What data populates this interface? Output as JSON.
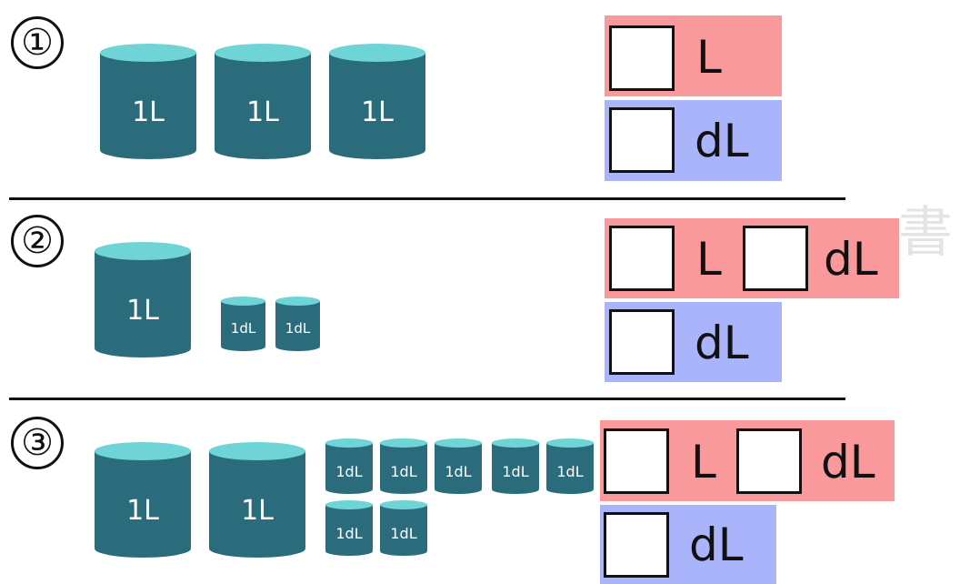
{
  "problems": [
    {
      "number": "①",
      "containers": [
        {
          "label": "1L",
          "size": "large"
        },
        {
          "label": "1L",
          "size": "large"
        },
        {
          "label": "1L",
          "size": "large"
        }
      ],
      "answer_rows": [
        {
          "color": "red",
          "units": [
            "L"
          ]
        },
        {
          "color": "blue",
          "units": [
            "dL"
          ]
        }
      ]
    },
    {
      "number": "②",
      "containers": [
        {
          "label": "1L",
          "size": "large"
        },
        {
          "label": "1dL",
          "size": "small"
        },
        {
          "label": "1dL",
          "size": "small"
        }
      ],
      "answer_rows": [
        {
          "color": "red",
          "units": [
            "L",
            "dL"
          ]
        },
        {
          "color": "blue",
          "units": [
            "dL"
          ]
        }
      ]
    },
    {
      "number": "③",
      "containers": [
        {
          "label": "1L",
          "size": "large"
        },
        {
          "label": "1L",
          "size": "large"
        },
        {
          "label": "1dL",
          "size": "small"
        },
        {
          "label": "1dL",
          "size": "small"
        },
        {
          "label": "1dL",
          "size": "small"
        },
        {
          "label": "1dL",
          "size": "small"
        },
        {
          "label": "1dL",
          "size": "small"
        },
        {
          "label": "1dL",
          "size": "small"
        },
        {
          "label": "1dL",
          "size": "small"
        }
      ],
      "answer_rows": [
        {
          "color": "red",
          "units": [
            "L",
            "dL"
          ]
        },
        {
          "color": "blue",
          "units": [
            "dL"
          ]
        }
      ]
    }
  ],
  "colors": {
    "cylinder_body": "#2a6b7c",
    "cylinder_top": "#6ed4d6",
    "red_band": "#f9999c",
    "blue_band": "#aab4fa"
  },
  "watermark": "書"
}
